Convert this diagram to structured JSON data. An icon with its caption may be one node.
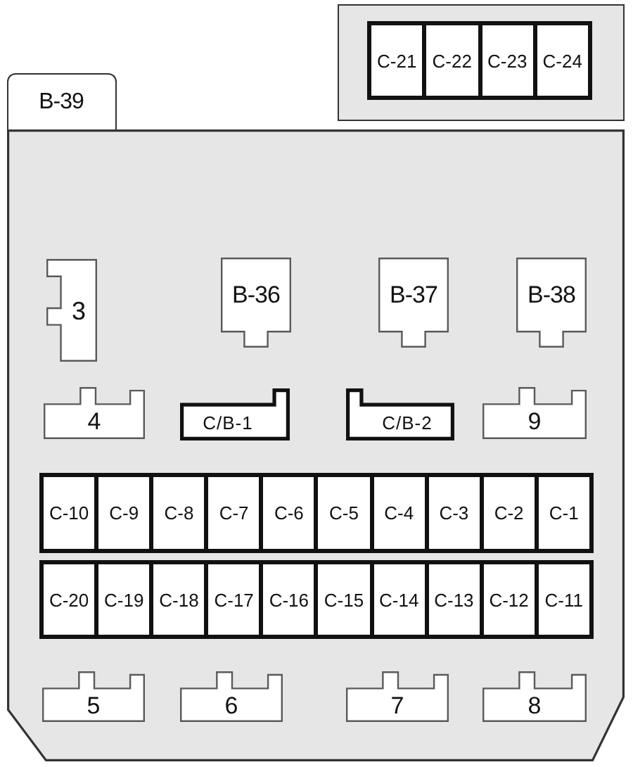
{
  "diagram": {
    "nodes": [
      {
        "text": [],
        "shape": "box"
      },
      {
        "text": [
          "C-21"
        ],
        "in": 0
      },
      {
        "text": [
          "C-22"
        ],
        "in": 0
      },
      {
        "text": [
          "C-23"
        ],
        "in": 0
      },
      {
        "text": [
          "C-24"
        ],
        "in": 0
      },
      {
        "text": [
          "B-39"
        ]
      },
      {
        "text": [],
        "shape": "box"
      },
      {
        "text": [
          "3"
        ],
        "in": 6
      },
      {
        "text": [
          "B-36"
        ],
        "in": 6
      },
      {
        "text": [
          "B-37"
        ],
        "in": 6
      },
      {
        "text": [
          "B-38"
        ],
        "in": 6
      },
      {
        "text": [
          "4"
        ],
        "in": 6
      },
      {
        "text": [
          "C/B-1"
        ],
        "in": 6
      },
      {
        "text": [
          "C/B-2"
        ],
        "in": 6
      },
      {
        "text": [
          "9"
        ],
        "in": 6
      },
      {
        "text": [
          "C-10"
        ],
        "in": 6
      },
      {
        "text": [
          "C-9"
        ],
        "in": 6
      },
      {
        "text": [
          "C-8"
        ],
        "in": 6
      },
      {
        "text": [
          "C-7"
        ],
        "in": 6
      },
      {
        "text": [
          "C-6"
        ],
        "in": 6
      },
      {
        "text": [
          "C-5"
        ],
        "in": 6
      },
      {
        "text": [
          "C-4"
        ],
        "in": 6
      },
      {
        "text": [
          "C-3"
        ],
        "in": 6
      },
      {
        "text": [
          "C-2"
        ],
        "in": 6
      },
      {
        "text": [
          "C-1"
        ],
        "in": 6
      },
      {
        "text": [
          "C-20"
        ],
        "in": 6
      },
      {
        "text": [
          "C-19"
        ],
        "in": 6
      },
      {
        "text": [
          "C-18"
        ],
        "in": 6
      },
      {
        "text": [
          "C-17"
        ],
        "in": 6
      },
      {
        "text": [
          "C-16"
        ],
        "in": 6
      },
      {
        "text": [
          "C-15"
        ],
        "in": 6
      },
      {
        "text": [
          "C-14"
        ],
        "in": 6
      },
      {
        "text": [
          "C-13"
        ],
        "in": 6
      },
      {
        "text": [
          "C-12"
        ],
        "in": 6
      },
      {
        "text": [
          "C-11"
        ],
        "in": 6
      },
      {
        "text": [
          "5"
        ],
        "in": 6
      },
      {
        "text": [
          "6"
        ],
        "in": 6
      },
      {
        "text": [
          "7"
        ],
        "in": 6
      },
      {
        "text": [
          "8"
        ],
        "in": 6
      }
    ]
  }
}
